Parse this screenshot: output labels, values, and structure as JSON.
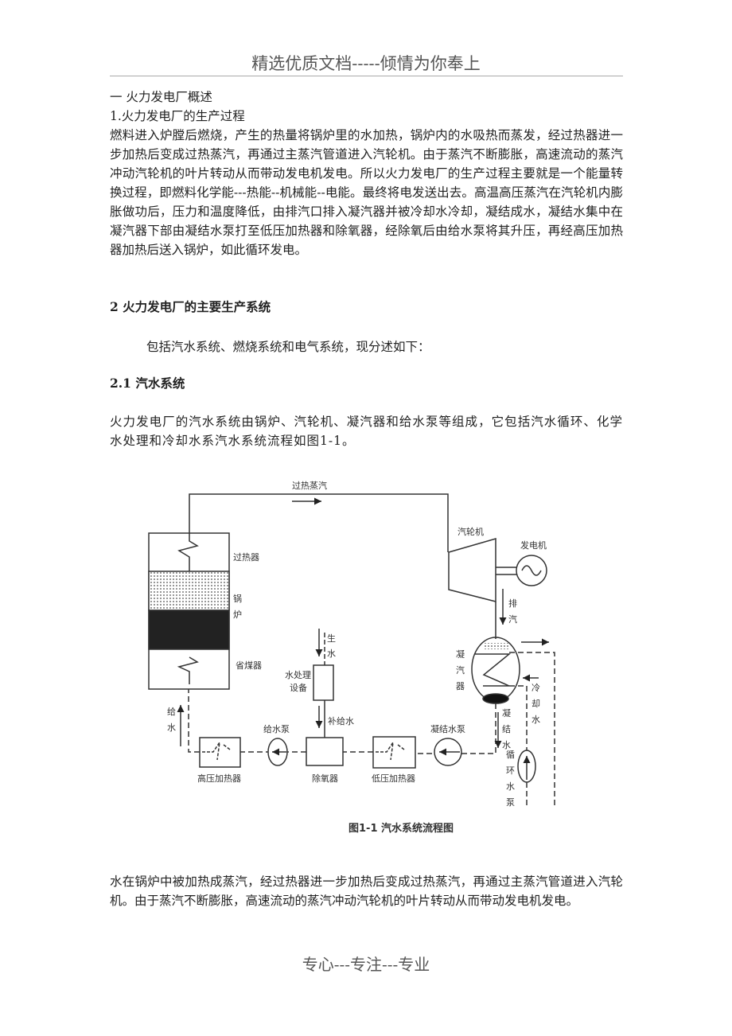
{
  "header": "精选优质文档-----倾情为你奉上",
  "section1": {
    "title": "一  火力发电厂概述",
    "subtitle": "1.火力发电厂的生产过程",
    "paragraph": "燃料进入炉膛后燃烧，产生的热量将锅炉里的水加热，锅炉内的水吸热而蒸发，经过热器进一步加热后变成过热蒸汽，再通过主蒸汽管道进入汽轮机。由于蒸汽不断膨胀，高速流动的蒸汽冲动汽轮机的叶片转动从而带动发电机发电。所以火力发电厂的生产过程主要就是一个能量转换过程，即燃料化学能---热能--机械能--电能。最终将电发送出去。高温高压蒸汽在汽轮机内膨胀做功后，压力和温度降低，由排汽口排入凝汽器并被冷却水冷却，凝结成水，凝结水集中在凝汽器下部由凝结水泵打至低压加热器和除氧器，经除氧后由给水泵将其升压，再经高压加热器加热后送入锅炉，如此循环发电。"
  },
  "section2": {
    "title": "2  火力发电厂的主要生产系统",
    "intro": "包括汽水系统、燃烧系统和电气系统，现分述如下：",
    "sub_title": "2.1 汽水系统",
    "paragraph": "火力发电厂的汽水系统由锅炉、汽轮机、凝汽器和给水泵等组成，它包括汽水循环、化学水处理和冷却水系汽水系统流程如图1-1。",
    "after_figure": "水在锅炉中被加热成蒸汽，经过热器进一步加热后变成过热蒸汽，再通过主蒸汽管道进入汽轮机。由于蒸汽不断膨胀，高速流动的蒸汽冲动汽轮机的叶片转动从而带动发电机发电。"
  },
  "figure": {
    "caption": "图1-1   汽水系统流程图",
    "labels": {
      "superheated_steam": "过热蒸汽",
      "turbine": "汽轮机",
      "generator": "发电机",
      "superheater": "过热器",
      "boiler_1": "锅",
      "boiler_2": "炉",
      "economizer": "省煤器",
      "exhaust_1": "排",
      "exhaust_2": "汽",
      "condenser_1": "凝",
      "condenser_2": "汽",
      "condenser_3": "器",
      "raw_water_1": "生",
      "raw_water_2": "水",
      "water_treatment_1": "水处理",
      "water_treatment_2": "设备",
      "makeup_water": "补给水",
      "feed_water_1": "给",
      "feed_water_2": "水",
      "feed_pump": "给水泵",
      "condensate_pump": "凝结水泵",
      "condensate_1": "凝",
      "condensate_2": "结",
      "condensate_3": "水",
      "cooling_water_1": "冷",
      "cooling_water_2": "却",
      "cooling_water_3": "水",
      "circ_pump_1": "循",
      "circ_pump_2": "环",
      "circ_pump_3": "水",
      "circ_pump_4": "泵",
      "hp_heater": "高压加热器",
      "deaerator": "除氧器",
      "lp_heater": "低压加热器"
    }
  },
  "footer": "专心---专注---专业"
}
